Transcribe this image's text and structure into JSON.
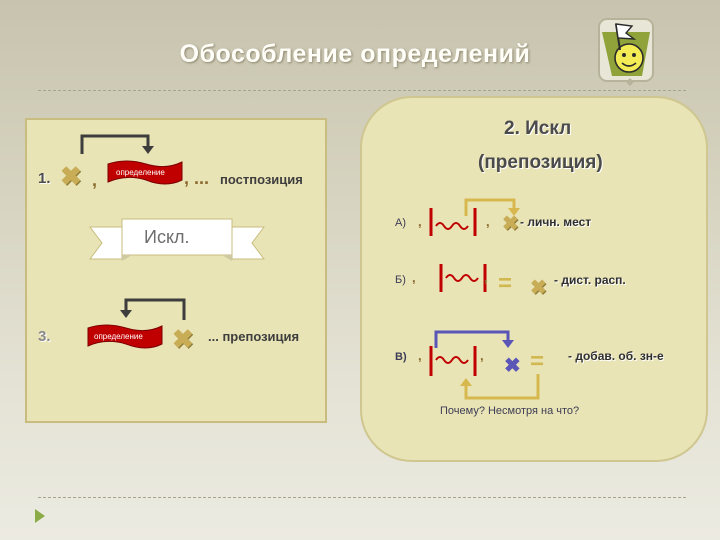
{
  "slide": {
    "title": "Обособление определений"
  },
  "left_panel": {
    "row1": {
      "number": "1.",
      "comma1": ",",
      "definition_label": "определение",
      "comma2": ", ...",
      "position_label": "постпозиция"
    },
    "ribbon_label": "Искл.",
    "row3": {
      "number": "3.",
      "definition_label": "определение",
      "position_label": "... препозиция"
    }
  },
  "right_panel": {
    "heading": "2. Искл",
    "subheading": "(препозиция)",
    "row_a": {
      "label": "А)",
      "comma1": ",",
      "comma2": ",",
      "text": "- личн. мест"
    },
    "row_b": {
      "label": "Б)",
      "comma1": ",",
      "comma2": ",",
      "text": "- дист. расп."
    },
    "row_v": {
      "label": "В)",
      "comma1": ",",
      "comma2": ",",
      "text": "- добав. об. зн-е"
    },
    "question": "Почему? Несмотря на что?"
  },
  "icons": [
    "flag-mascot-icon",
    "play-triangle-icon",
    "cross-icon",
    "equals-icon"
  ],
  "colors": {
    "definition_red": "#c00000",
    "cross_gold": "#c9ad56",
    "arrow_blue": "#5a56b8",
    "arrow_gold": "#d6b84e",
    "bracket_dark": "#3d3d3d"
  }
}
